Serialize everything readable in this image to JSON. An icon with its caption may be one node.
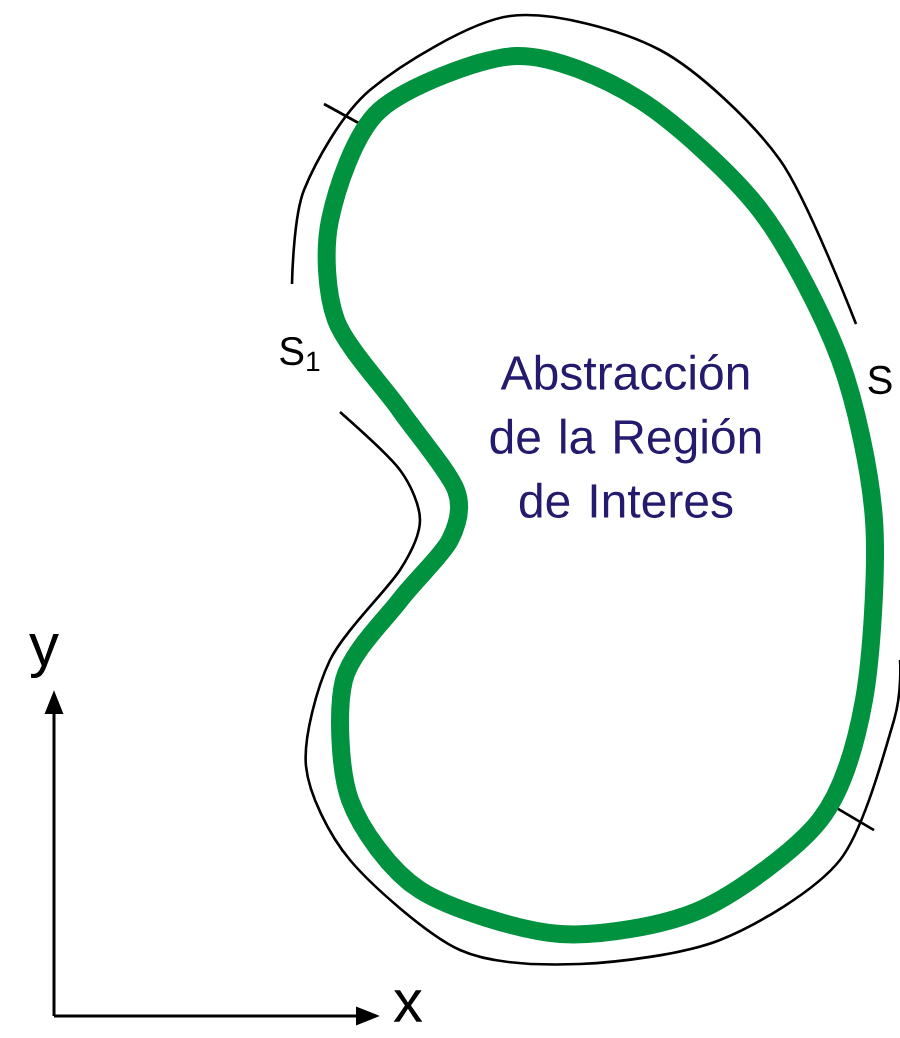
{
  "diagram": {
    "nodes": [
      {
        "text": [
          "Abstracción de la Región de Interes"
        ]
      }
    ],
    "labels": [
      "S$_{1}$",
      "S",
      "y",
      "x"
    ]
  }
}
